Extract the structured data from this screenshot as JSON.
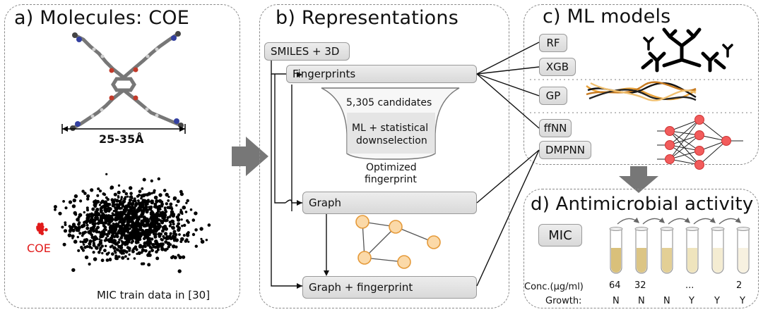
{
  "panel_a": {
    "title": "a)  Molecules: COE",
    "dimension": "25-35Å",
    "coe_label": "COE",
    "caption": "MIC train data in [30]",
    "highlight_color": "#e11b1b"
  },
  "panel_b": {
    "title": "b)  Representations",
    "smiles_3d": "SMILES + 3D",
    "fingerprints": "Fingerprints",
    "funnel_top": "5,305 candidates",
    "funnel_mid_1": "ML + statistical",
    "funnel_mid_2": "downselection",
    "funnel_out_1": "Optimized",
    "funnel_out_2": "fingerprint",
    "graph": "Graph",
    "graph_fp": "Graph + fingerprint",
    "node_color": "#fbd9a8",
    "node_stroke": "#e59a3a"
  },
  "panel_c": {
    "title": "c)  ML models",
    "models": [
      "RF",
      "XGB",
      "GP",
      "ffNN",
      "DMPNN"
    ],
    "neuron_color": "#f25c5c"
  },
  "panel_d": {
    "title": "d) Antimicrobial activity",
    "mic": "MIC",
    "conc_label": "Conc.(µg/ml)",
    "growth_label": "Growth:",
    "conc_values": [
      "64",
      "32",
      "",
      "...",
      "",
      "2"
    ],
    "growth_values": [
      "N",
      "N",
      "N",
      "Y",
      "Y",
      "Y"
    ]
  }
}
